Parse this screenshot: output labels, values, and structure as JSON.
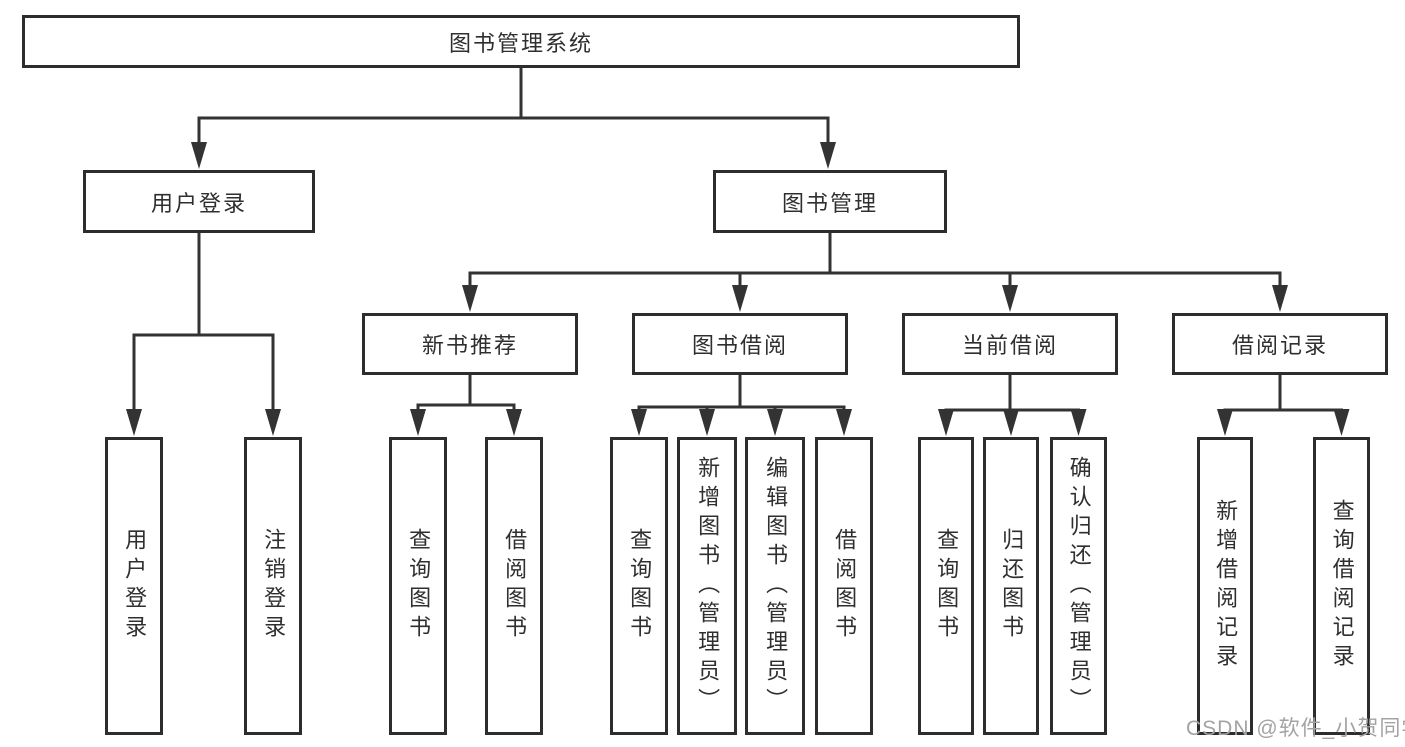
{
  "diagram_title": "图书管理系统",
  "root": {
    "label": "图书管理系统"
  },
  "level2": [
    {
      "id": "user-login",
      "label": "用户登录"
    },
    {
      "id": "book-management",
      "label": "图书管理"
    }
  ],
  "level3": [
    {
      "id": "new-book-recommend",
      "parent": "book-management",
      "label": "新书推荐"
    },
    {
      "id": "book-borrow",
      "parent": "book-management",
      "label": "图书借阅"
    },
    {
      "id": "current-borrow",
      "parent": "book-management",
      "label": "当前借阅"
    },
    {
      "id": "borrow-records",
      "parent": "book-management",
      "label": "借阅记录"
    }
  ],
  "leaves": [
    {
      "parent": "user-login",
      "label": "用户登录"
    },
    {
      "parent": "user-login",
      "label": "注销登录"
    },
    {
      "parent": "new-book-recommend",
      "label": "查询图书"
    },
    {
      "parent": "new-book-recommend",
      "label": "借阅图书"
    },
    {
      "parent": "book-borrow",
      "label": "查询图书"
    },
    {
      "parent": "book-borrow",
      "label": "新增图书（管理员）"
    },
    {
      "parent": "book-borrow",
      "label": "编辑图书（管理员）"
    },
    {
      "parent": "book-borrow",
      "label": "借阅图书"
    },
    {
      "parent": "current-borrow",
      "label": "查询图书"
    },
    {
      "parent": "current-borrow",
      "label": "归还图书"
    },
    {
      "parent": "current-borrow",
      "label": "确认归还（管理员）"
    },
    {
      "parent": "borrow-records",
      "label": "新增借阅记录"
    },
    {
      "parent": "borrow-records",
      "label": "查询借阅记录"
    }
  ],
  "watermark": {
    "text": "CSDN @软件_小贺同学"
  },
  "colors": {
    "line": "#333333",
    "border": "#2d2d2d",
    "text": "#2f2f2f",
    "watermark": "#a3a3a3",
    "background": "#ffffff"
  }
}
